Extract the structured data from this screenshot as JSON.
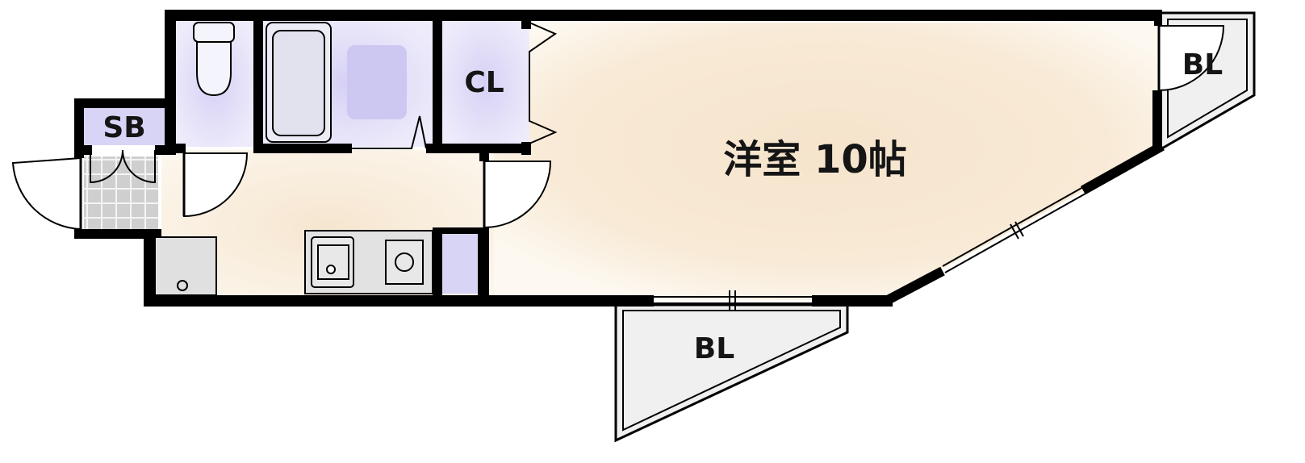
{
  "plan": {
    "labels": {
      "western_room": "洋室 10帖",
      "closet": "CL",
      "shoe_box": "SB",
      "balcony_top_right": "BL",
      "balcony_bottom": "BL"
    },
    "colors": {
      "wall": "#000000",
      "room_floor": "#f6e6d0",
      "wet_area": "#d8d4f6",
      "balcony_floor": "#f0f0f0",
      "entrance_tile": "#cccccc",
      "fixture": "#e2e2e2"
    },
    "icons": [
      "toilet-icon",
      "bathtub-icon",
      "sink-icon",
      "stove-icon",
      "washing-machine-icon"
    ]
  }
}
